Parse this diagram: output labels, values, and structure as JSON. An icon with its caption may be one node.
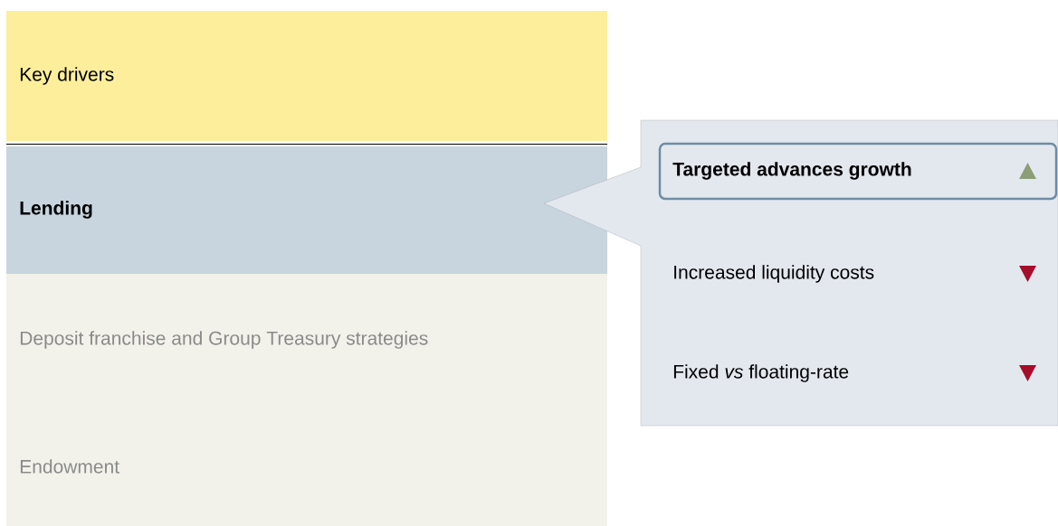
{
  "diagram": {
    "nodes": [
      {
        "text": [
          "Key drivers"
        ]
      },
      {
        "text": [
          "Lending"
        ]
      },
      {
        "text": [
          "Deposit franchise and Group Treasury strategies"
        ]
      },
      {
        "text": [
          "Endowment"
        ]
      },
      {
        "text": [],
        "shape": "box"
      },
      {
        "text": [
          "Targeted advances growth"
        ],
        "in": 4
      },
      {
        "text": [
          "Increased liquidity costs"
        ],
        "in": 4
      },
      {
        "text": [
          "Fixed *vs* floating-rate"
        ],
        "in": 4
      }
    ]
  }
}
